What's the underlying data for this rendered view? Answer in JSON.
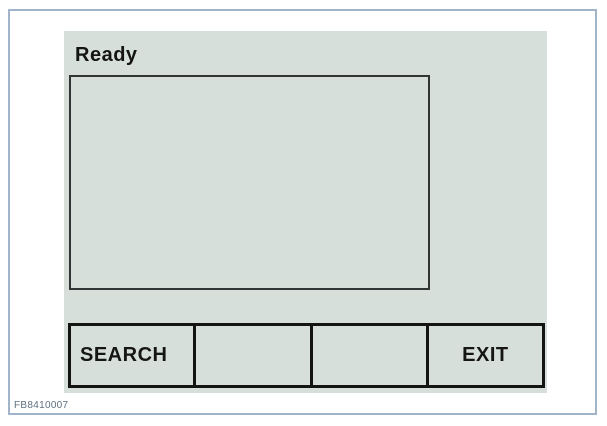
{
  "figure_id": "FB8410007",
  "screen": {
    "status_text": "Ready",
    "display_content": "",
    "softkeys": [
      {
        "label": "SEARCH"
      },
      {
        "label": ""
      },
      {
        "label": ""
      },
      {
        "label": "EXIT"
      }
    ]
  },
  "colors": {
    "panel_bg": "#d7dfda",
    "screen_border": "#2f3635",
    "button_border": "#141414",
    "frame_border": "#a2b4ca",
    "text": "#141414",
    "figure_id_text": "#5d7181"
  }
}
